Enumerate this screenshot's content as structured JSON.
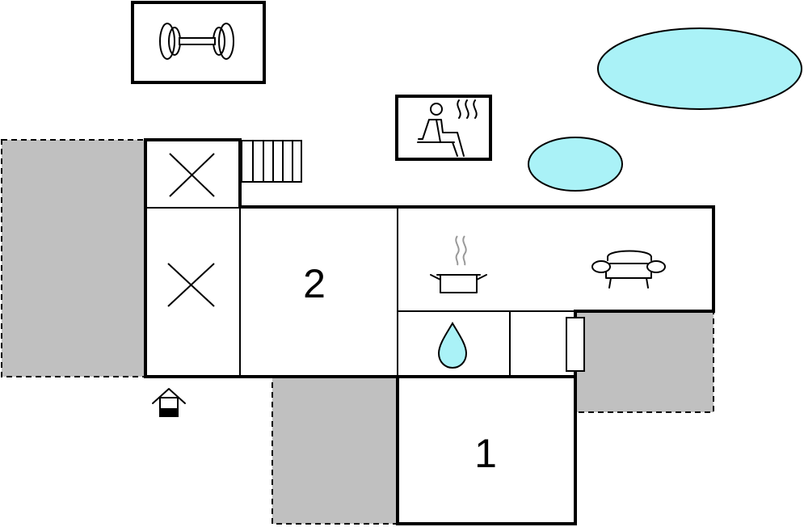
{
  "floorplan": {
    "rooms": [
      {
        "id": "bedroom-1",
        "label": "1"
      },
      {
        "id": "bedroom-2",
        "label": "2"
      }
    ],
    "icons": [
      "fitness-dumbbell-icon",
      "sauna-icon",
      "swimming-pool-icon",
      "whirlpool-icon",
      "stairs-icon",
      "storage-cross-icon",
      "cooking-pot-icon",
      "sofa-icon",
      "water-drop-icon",
      "heater-icon",
      "entrance-house-icon"
    ],
    "colors": {
      "terrace": "#c0c0c0",
      "water": "#aaf2f7",
      "walls": "#000000",
      "background": "#ffffff"
    }
  }
}
